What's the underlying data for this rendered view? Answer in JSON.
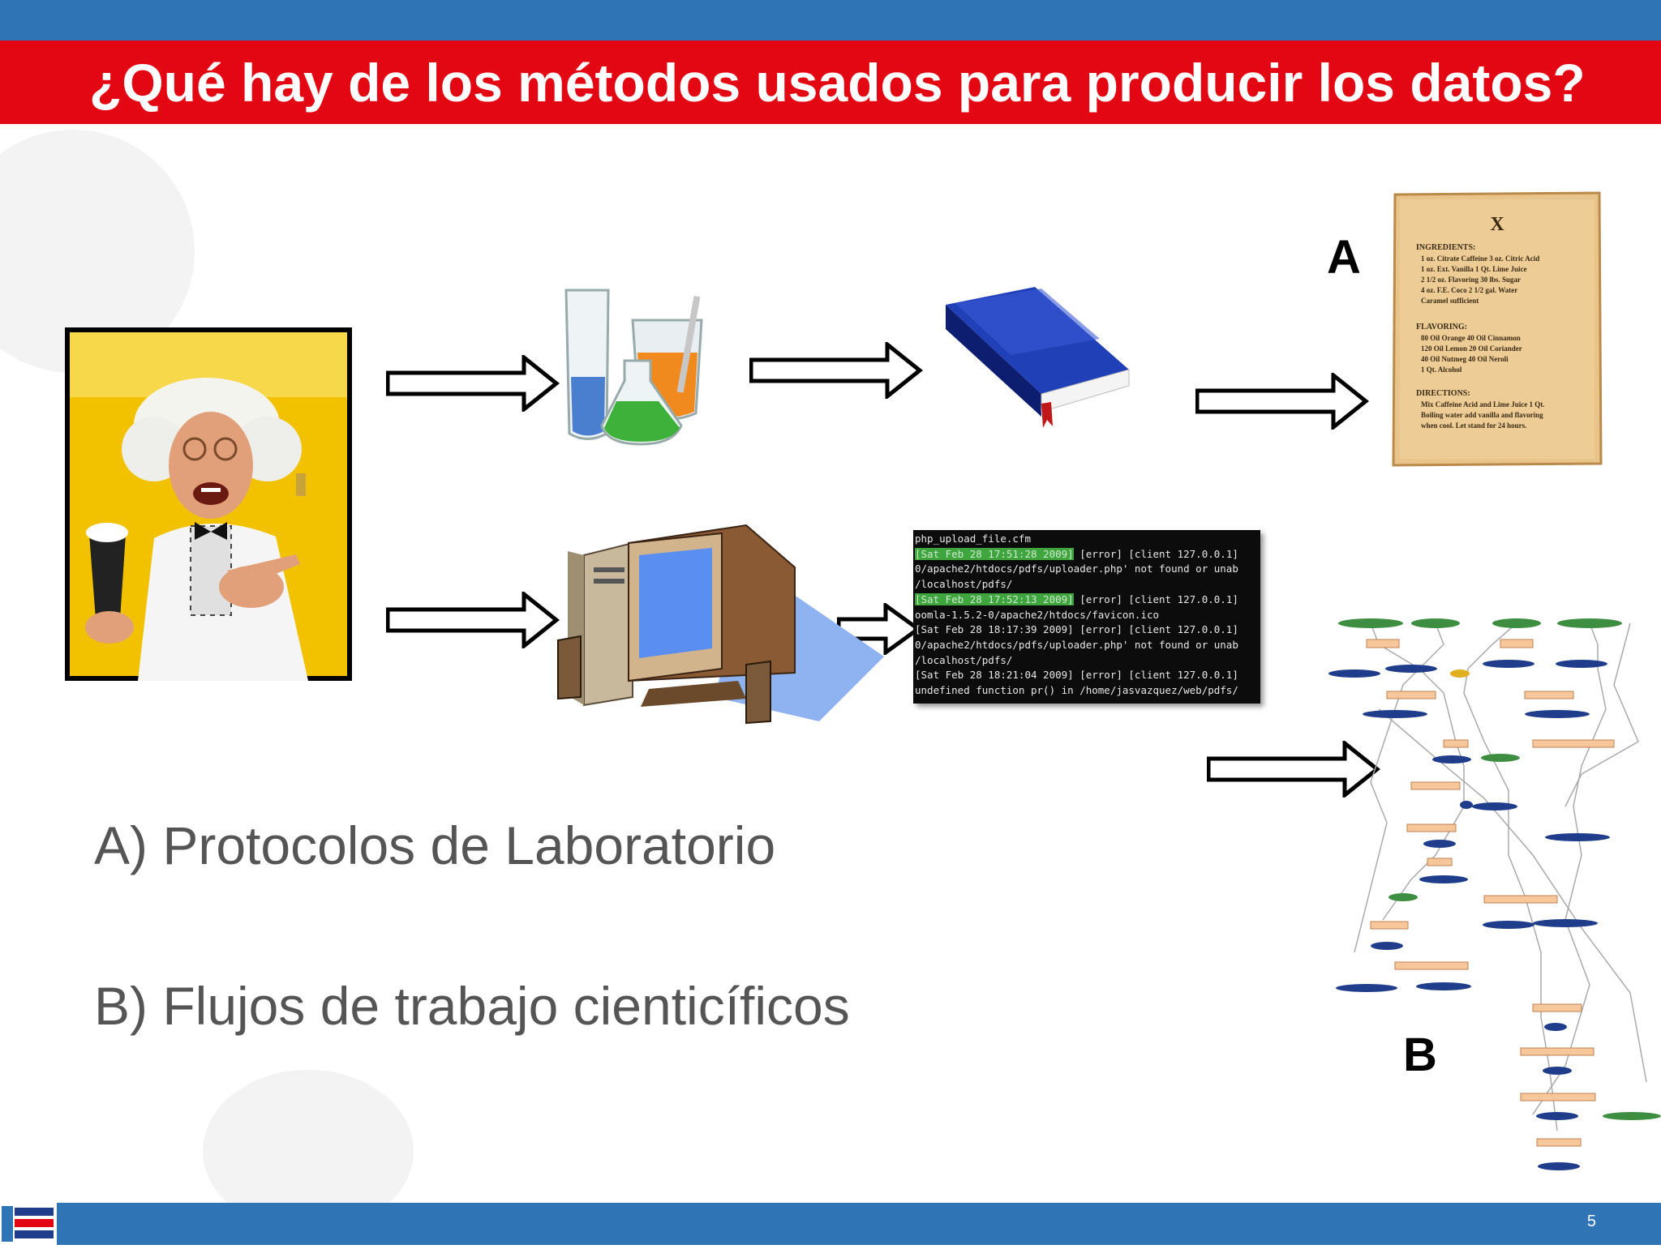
{
  "slide": {
    "title": "¿Qué hay de los métodos usados para producir los datos?",
    "page_number": "5"
  },
  "labels": {
    "a": "A",
    "b": "B"
  },
  "bullets": [
    "A) Protocolos de Laboratorio",
    "B) Flujos de trabajo cienticíficos"
  ],
  "terminal": {
    "lines": [
      {
        "pre": "",
        "hl": "",
        "post": "php_upload_file.cfm"
      },
      {
        "pre": "",
        "hl": "[Sat Feb 28 17:51:28 2009]",
        "post": " [error] [client 127.0.0.1]"
      },
      {
        "pre": "",
        "hl": "",
        "post": "0/apache2/htdocs/pdfs/uploader.php' not found or unab"
      },
      {
        "pre": "",
        "hl": "",
        "post": "/localhost/pdfs/"
      },
      {
        "pre": "",
        "hl": "[Sat Feb 28 17:52:13 2009]",
        "post": " [error] [client 127.0.0.1]"
      },
      {
        "pre": "",
        "hl": "",
        "post": "oomla-1.5.2-0/apache2/htdocs/favicon.ico"
      },
      {
        "pre": "",
        "hl": "",
        "post": "[Sat Feb 28 18:17:39 2009] [error] [client 127.0.0.1]"
      },
      {
        "pre": "",
        "hl": "",
        "post": "0/apache2/htdocs/pdfs/uploader.php' not found or unab"
      },
      {
        "pre": "",
        "hl": "",
        "post": "/localhost/pdfs/"
      },
      {
        "pre": "",
        "hl": "",
        "post": "[Sat Feb 28 18:21:04 2009] [error] [client 127.0.0.1]"
      },
      {
        "pre": "",
        "hl": "",
        "post": "undefined function pr() in /home/jasvazquez/web/pdfs/"
      }
    ]
  },
  "recipe": {
    "heading": "X",
    "ingredients_title": "INGREDIENTS:",
    "ingredients": [
      "1 oz. Citrate Caffeine  3 oz. Citric Acid",
      "1 oz. Ext. Vanilla  1 Qt. Lime Juice",
      "2 1/2 oz. Flavoring  30 lbs. Sugar",
      "4 oz. F.E. Coco  2 1/2 gal. Water",
      "Caramel sufficient"
    ],
    "flavoring_title": "FLAVORING:",
    "flavoring": [
      "80 Oil Orange  40 Oil Cinnamon",
      "120 Oil Lemon  20 Oil Coriander",
      "40 Oil Nutmeg  40 Oil Neroli",
      "1 Qt. Alcohol"
    ],
    "directions_title": "DIRECTIONS:",
    "directions": [
      "Mix Caffeine Acid and Lime Juice 1 Qt.",
      "Boiling water add vanilla and flavoring",
      "when cool. Let stand for 24 hours."
    ]
  },
  "colors": {
    "top_bar": "#2f75b5",
    "title_bar": "#e30613",
    "bullet_text": "#555555",
    "workflow_green": "#3e8e41",
    "workflow_blue": "#1f3d8a",
    "workflow_tan": "#f6c79a"
  },
  "icons": [
    "scientist-photo",
    "lab-glassware-icon",
    "book-icon",
    "recipe-scroll",
    "computer-icon",
    "terminal-log",
    "workflow-graph",
    "arrow-right-icon"
  ]
}
